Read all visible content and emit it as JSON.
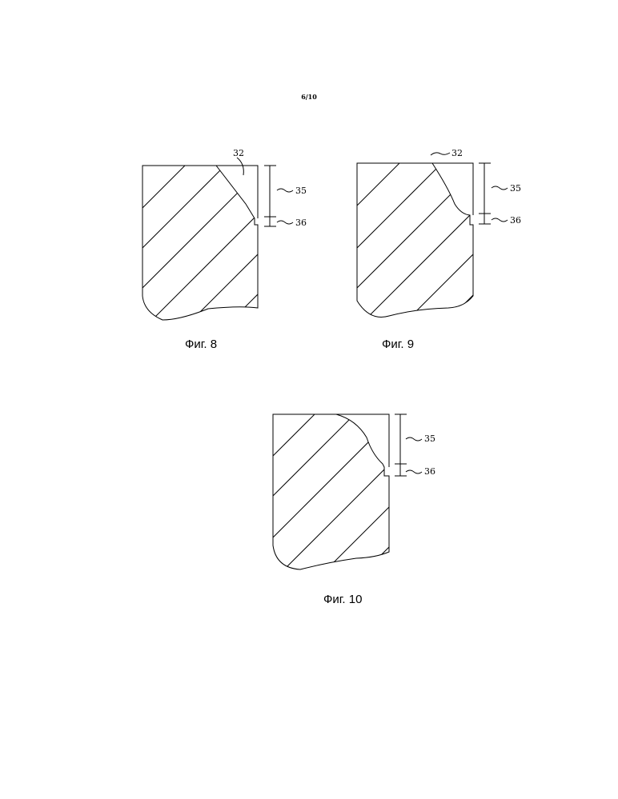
{
  "page_number": "6/10",
  "figures": [
    {
      "caption": "Фиг. 8",
      "refs": {
        "top": "32",
        "upper": "35",
        "lower": "36"
      }
    },
    {
      "caption": "Фиг. 9",
      "refs": {
        "top": "32",
        "upper": "35",
        "lower": "36"
      }
    },
    {
      "caption": "Фиг. 10",
      "refs": {
        "upper": "35",
        "lower": "36"
      }
    }
  ]
}
